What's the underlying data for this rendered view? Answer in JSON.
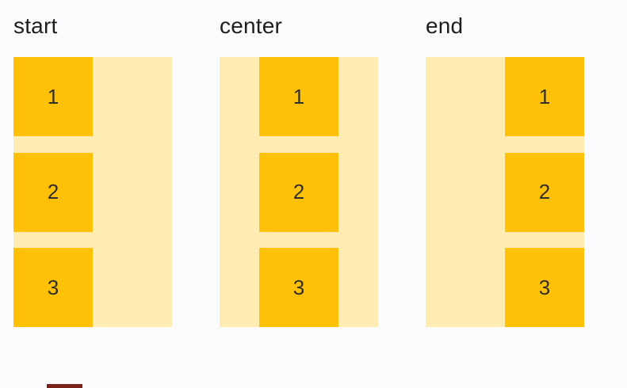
{
  "page": {
    "background_color": "#fbfbfe"
  },
  "colors": {
    "container_background": "#ffecb3",
    "item_background": "#fec107",
    "label_text": "#1f1e1c",
    "item_text": "#33302c",
    "cutoff_bar": "#7a221a"
  },
  "groups": [
    {
      "label": "start",
      "alignment": "start",
      "items": [
        "1",
        "2",
        "3"
      ]
    },
    {
      "label": "center",
      "alignment": "center",
      "items": [
        "1",
        "2",
        "3"
      ]
    },
    {
      "label": "end",
      "alignment": "end",
      "items": [
        "1",
        "2",
        "3"
      ]
    }
  ]
}
